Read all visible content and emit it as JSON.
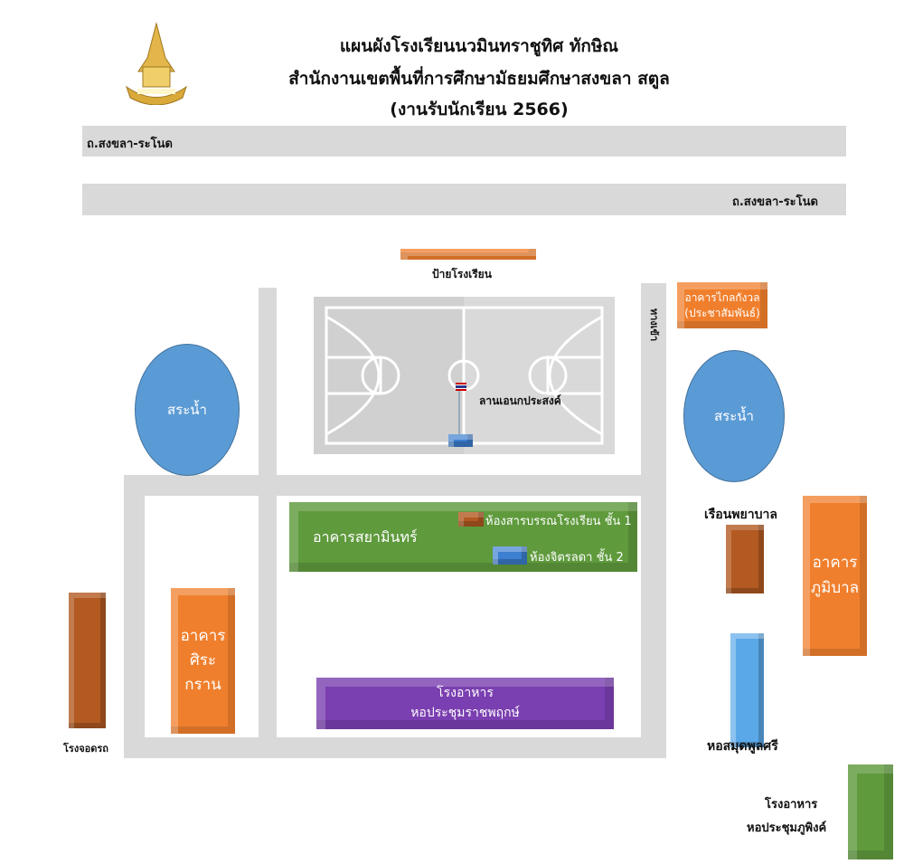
{
  "title": {
    "line1": "แผนผังโรงเรียนนวมินทราชูทิศ ทักษิณ",
    "line2": "สำนักงานเขตพื้นที่การศึกษามัธยมศึกษาสงขลา สตูล",
    "line3": "(งานรับนักเรียน 2566)"
  },
  "roads": {
    "top": "ถ.สงขลา-ระโนด",
    "second": "ถ.สงขลา-ระโนด",
    "entrance": "ทางเข้า"
  },
  "places": {
    "sign": "ป้ายโรงเรียน",
    "court": "ลานเอนกประสงค์",
    "pond_left": "สระน้ำ",
    "pond_right": "สระน้ำ",
    "klaikangwon_1": "อาคารไกลกังวล",
    "klaikangwon_2": "(ประชาสัมพันธ์)",
    "sayamin": "อาคารสยามินทร์",
    "library_room": "ห้องสารบรรณโรงเรียน ชั้น 1",
    "chitlada_room": "ห้องจิตรลดา ชั้น 2",
    "canteen_1": "โรงอาหาร",
    "canteen_2": "หอประชุมราชพฤกษ์",
    "sirakran_1": "อาคาร",
    "sirakran_2": "ศิระ",
    "sirakran_3": "กราน",
    "parking": "โรงจอดรถ",
    "nurse": "เรือนพยาบาล",
    "phumibal_1": "อาคาร",
    "phumibal_2": "ภูมิบาล",
    "library": "หอสมุดพูลศรี",
    "canteen2_1": "โรงอาหาร",
    "canteen2_2": "หอประชุมภูพิงค์"
  },
  "colors": {
    "road": "#d9d9d9",
    "orange": "#f07f2d",
    "green": "#5f9a3d",
    "purple": "#7a3fb0",
    "blue": "#3d7fd0",
    "pond": "#5b9bd5"
  }
}
